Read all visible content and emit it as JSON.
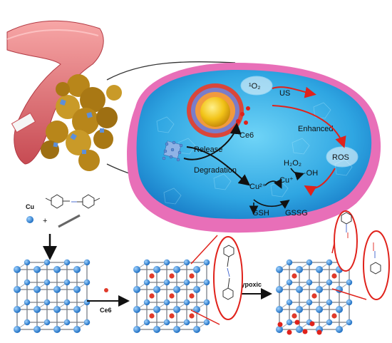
{
  "labels": {
    "singlet_oxygen": "¹O₂",
    "us": "US",
    "ce6_cell": "Ce6",
    "enhanced": "Enhanced",
    "release": "Release",
    "degradation": "Degradation",
    "h2o2": "H₂O₂",
    "oh": "·OH",
    "cu2plus": "Cu²⁺",
    "cuplus": "Cu⁺",
    "ros": "ROS",
    "gsh": "GSH",
    "gssg": "GSSG",
    "cu": "Cu",
    "plus": "+",
    "ce6_arrow": "Ce6",
    "hypoxic": "Hypoxic"
  },
  "colors": {
    "cytoplasm": "#3fb6ea",
    "membrane": "#e86fb8",
    "nucleus": "#f2c318",
    "arrow_red": "#e0221b",
    "lattice_node": "#2f86d6",
    "ce6_dot": "#e03a2a",
    "aggregate": "#b8861a"
  }
}
